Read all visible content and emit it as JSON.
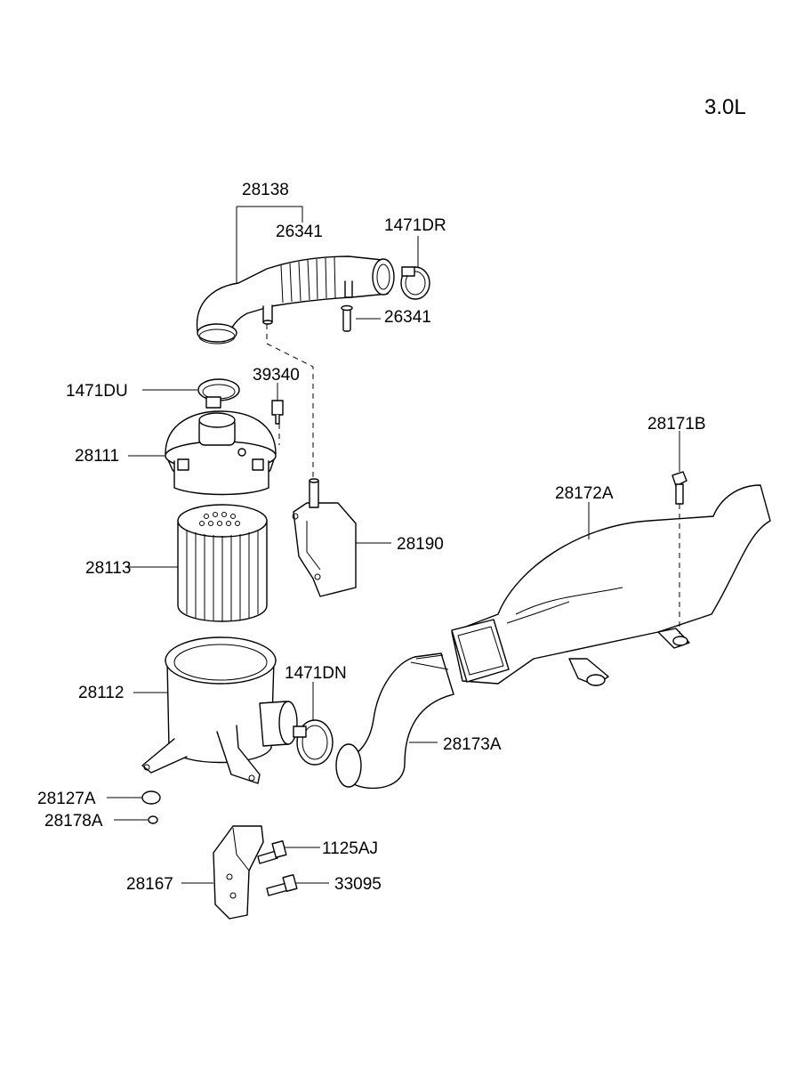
{
  "engine_label": "3.0L",
  "labels": {
    "p28138": "28138",
    "p26341_hose": "26341",
    "p1471DR": "1471DR",
    "p26341_pin": "26341",
    "p1471DU": "1471DU",
    "p39340": "39340",
    "p28111": "28111",
    "p28113": "28113",
    "p28190": "28190",
    "p28171B": "28171B",
    "p28172A": "28172A",
    "p28112": "28112",
    "p1471DN": "1471DN",
    "p28173A": "28173A",
    "p28127A": "28127A",
    "p28178A": "28178A",
    "p1125AJ": "1125AJ",
    "p28167": "28167",
    "p33095": "33095"
  }
}
